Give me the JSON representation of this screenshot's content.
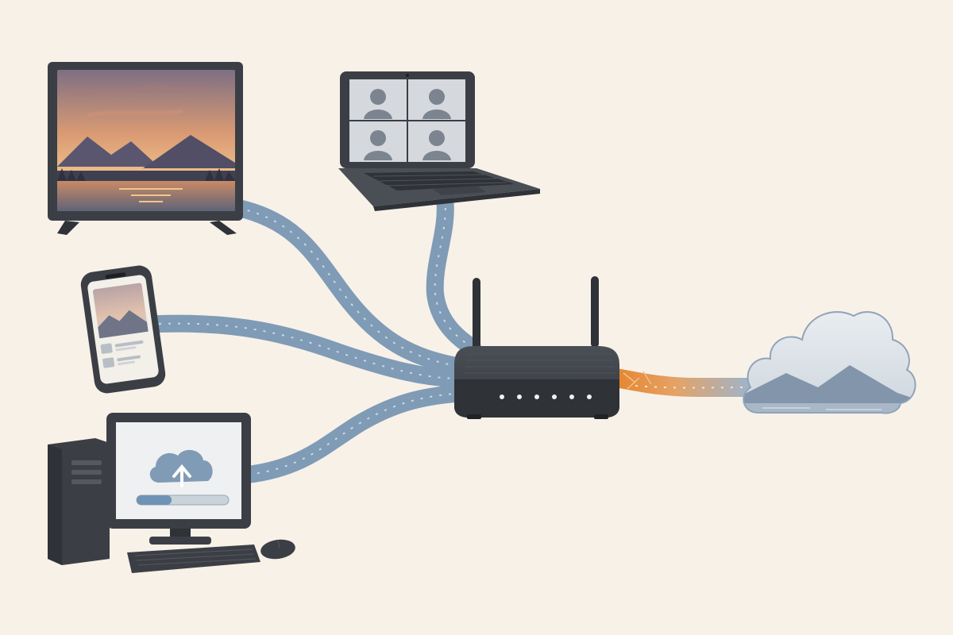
{
  "diagram": {
    "kind": "home-network-illustration",
    "colors": {
      "background": "#f8f1e8",
      "cable": "#7f9bb6",
      "cable_dash": "#c9d8e6",
      "uplink": "#e5862f",
      "device_body": "#3b3f45",
      "router_led": "#eef2f4",
      "cloud_fill": "#d8dfe4"
    },
    "nodes": [
      {
        "id": "tv",
        "icon": "tv-icon"
      },
      {
        "id": "laptop",
        "icon": "laptop-video-call-icon"
      },
      {
        "id": "phone",
        "icon": "smartphone-icon"
      },
      {
        "id": "desktop",
        "icon": "desktop-computer-icon"
      },
      {
        "id": "router",
        "icon": "wifi-router-icon",
        "leds": 6,
        "antennas": 2
      },
      {
        "id": "cloud",
        "icon": "internet-cloud-icon"
      }
    ],
    "links": [
      {
        "from": "tv",
        "to": "router"
      },
      {
        "from": "laptop",
        "to": "router"
      },
      {
        "from": "phone",
        "to": "router"
      },
      {
        "from": "desktop",
        "to": "router"
      },
      {
        "from": "router",
        "to": "cloud"
      }
    ],
    "desktop_upload_progress": 0.38
  }
}
